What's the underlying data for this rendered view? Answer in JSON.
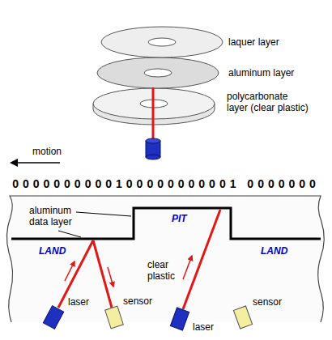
{
  "diagram": {
    "labels": [
      "laquer layer",
      "aluminum layer",
      "polycarbonate layer (clear plastic)",
      "motion",
      "0000000000100000000001 0000000",
      "aluminum data layer",
      "PIT",
      "LAND",
      "clear plastic",
      "LAND",
      "laser",
      "sensor",
      "laser",
      "sensor"
    ]
  }
}
